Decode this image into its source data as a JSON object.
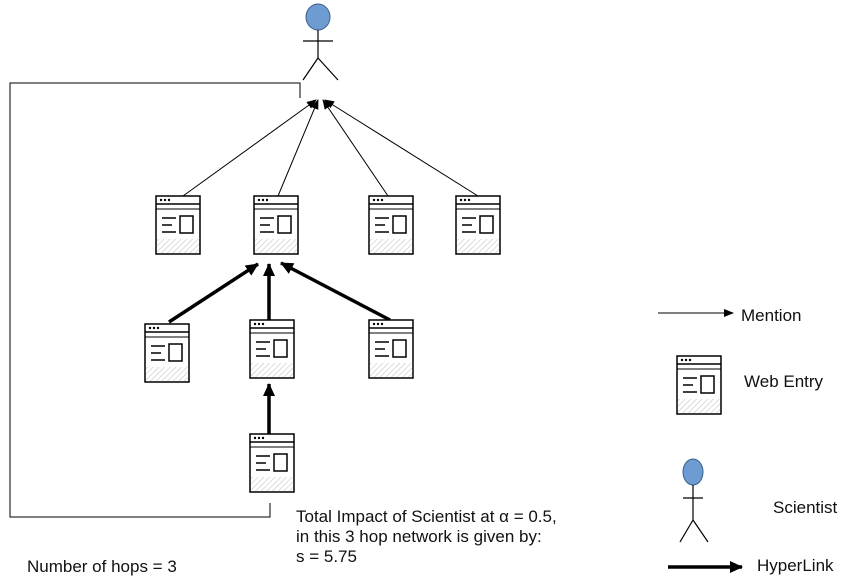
{
  "legend": {
    "mention": "Mention",
    "web_entry": "Web Entry",
    "scientist": "Scientist",
    "hyperlink": "HyperLink"
  },
  "summary": {
    "line1": "Total Impact of Scientist at  α = 0.5,",
    "line2": "in this 3 hop network is given by:",
    "line3": "s =  5.75"
  },
  "hops_label": "Number of hops = 3",
  "colors": {
    "scientist_head": "#6e9bd1",
    "line": "#000000",
    "page_hatch": "#cccccc"
  }
}
